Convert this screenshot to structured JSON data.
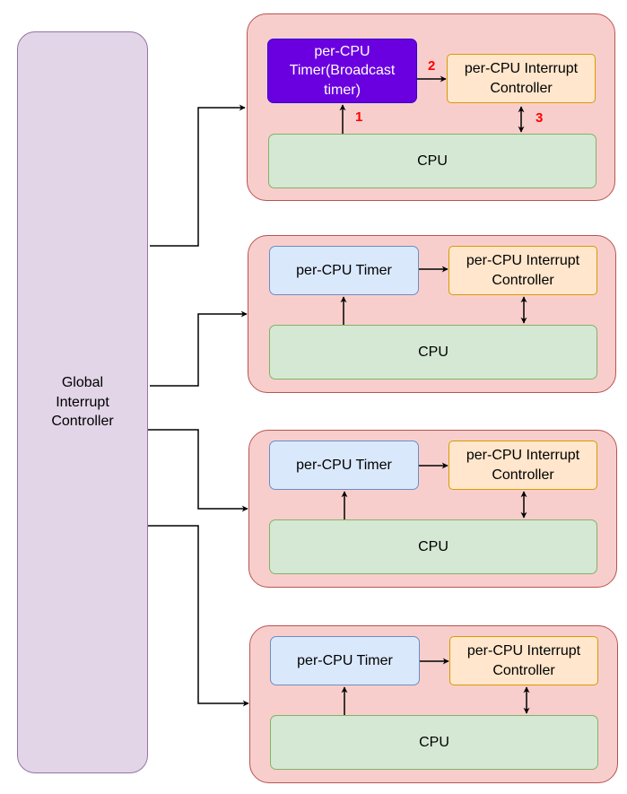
{
  "global_controller": "Global\nInterrupt\nController",
  "groups": [
    {
      "timer": "per-CPU\nTimer(Broadcast\ntimer)",
      "interrupt_controller": "per-CPU Interrupt\nController",
      "cpu": "CPU"
    },
    {
      "timer": "per-CPU Timer",
      "interrupt_controller": "per-CPU Interrupt\nController",
      "cpu": "CPU"
    },
    {
      "timer": "per-CPU Timer",
      "interrupt_controller": "per-CPU Interrupt\nController",
      "cpu": "CPU"
    },
    {
      "timer": "per-CPU Timer",
      "interrupt_controller": "per-CPU Interrupt\nController",
      "cpu": "CPU"
    }
  ],
  "steps": [
    "1",
    "2",
    "3"
  ]
}
